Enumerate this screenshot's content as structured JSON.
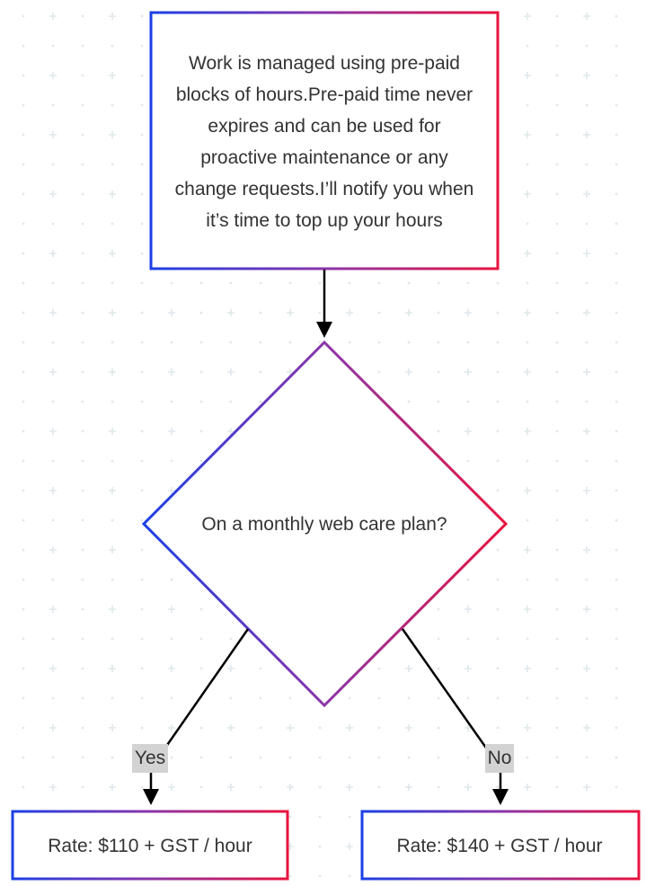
{
  "colors": {
    "gradient_start": "#1c3fe6",
    "gradient_mid": "#8a35a8",
    "gradient_end": "#e8123e",
    "edge": "#000000",
    "label_background": "#d3d3d3",
    "text": "#333333",
    "grid_dot": "#dfe8ea"
  },
  "nodes": {
    "start": {
      "text": "Work is managed using pre-paid blocks of hours.Pre-paid time never expires and can be used for proactive maintenance or any change requests.I’ll notify you when it’s time to top up your hours"
    },
    "decision": {
      "text": "On a monthly web care plan?"
    },
    "yes_result": {
      "text": "Rate: $110 + GST / hour"
    },
    "no_result": {
      "text": "Rate: $140 + GST / hour"
    }
  },
  "edges": {
    "start_to_decision": {
      "label": ""
    },
    "decision_to_yes": {
      "label": "Yes"
    },
    "decision_to_no": {
      "label": "No"
    }
  }
}
